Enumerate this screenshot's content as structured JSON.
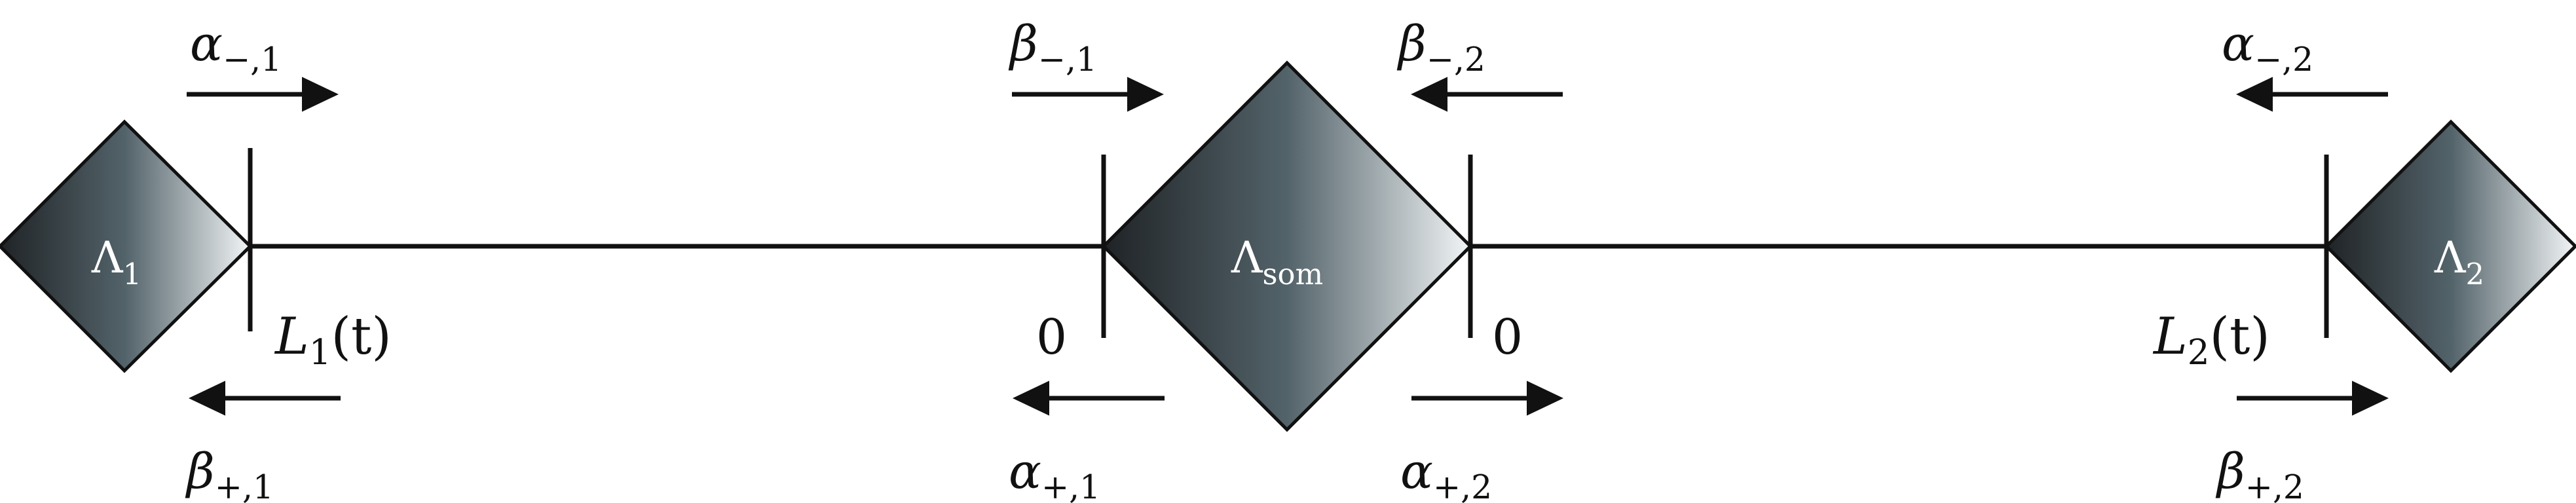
{
  "nodes": {
    "left": {
      "label": "Λ",
      "sub": "1"
    },
    "center": {
      "label": "Λ",
      "sub": "som"
    },
    "right": {
      "label": "Λ",
      "sub": "2"
    }
  },
  "positions": {
    "left_end": {
      "label": "L",
      "sub": "1",
      "arg": "(t)"
    },
    "center_left": {
      "label": "0"
    },
    "center_right": {
      "label": "0"
    },
    "right_end": {
      "label": "L",
      "sub": "2",
      "arg": "(t)"
    }
  },
  "waves": {
    "alpha_minus_1": {
      "symbol": "α",
      "sub": "−,1",
      "direction": "right"
    },
    "beta_plus_1": {
      "symbol": "β",
      "sub": "+,1",
      "direction": "left"
    },
    "beta_minus_1": {
      "symbol": "β",
      "sub": "−,1",
      "direction": "right"
    },
    "alpha_plus_1": {
      "symbol": "α",
      "sub": "+,1",
      "direction": "left"
    },
    "beta_minus_2": {
      "symbol": "β",
      "sub": "−,2",
      "direction": "left"
    },
    "alpha_plus_2": {
      "symbol": "α",
      "sub": "+,2",
      "direction": "right"
    },
    "alpha_minus_2": {
      "symbol": "α",
      "sub": "−,2",
      "direction": "left"
    },
    "beta_plus_2": {
      "symbol": "β",
      "sub": "+,2",
      "direction": "right"
    }
  },
  "colors": {
    "line": "#111111",
    "node_dark": "#1f2326",
    "node_mid": "#53636a",
    "node_light": "#f2f5f6"
  }
}
